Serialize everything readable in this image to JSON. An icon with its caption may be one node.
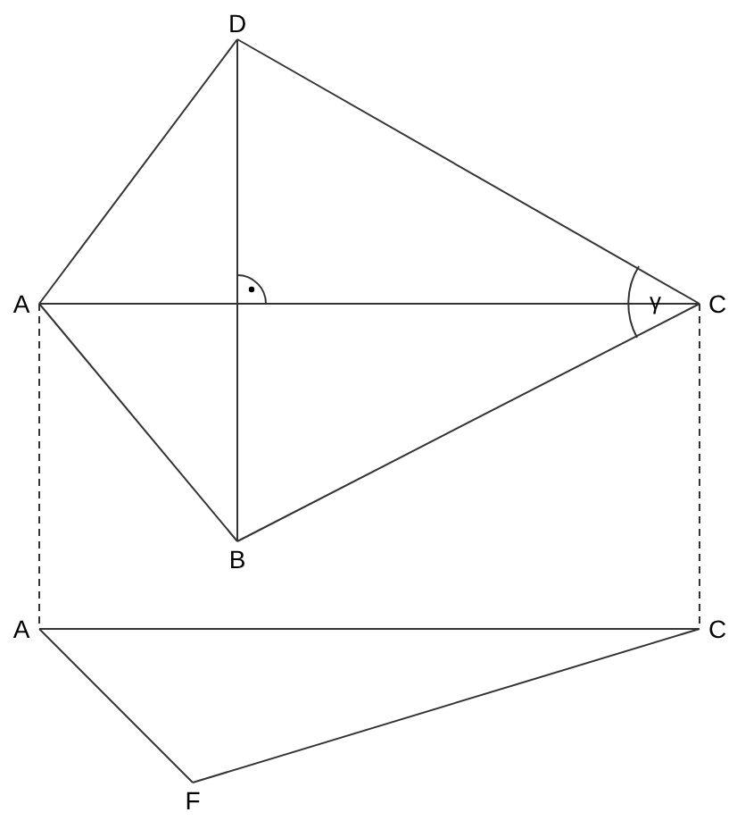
{
  "diagram": {
    "nodes": [
      {
        "text": [
          "D"
        ]
      },
      {
        "text": [
          "A"
        ]
      },
      {
        "text": [
          "C"
        ]
      },
      {
        "text": [
          "B"
        ]
      },
      {
        "text": [
          "A"
        ]
      },
      {
        "text": [
          "C"
        ]
      },
      {
        "text": [
          "F"
        ]
      }
    ],
    "edges": [
      {
        "from": 1,
        "to": 0,
        "arrow": "none"
      },
      {
        "from": 0,
        "to": 2,
        "arrow": "none"
      },
      {
        "from": 1,
        "to": 2,
        "arrow": "none"
      },
      {
        "from": 0,
        "to": 3,
        "arrow": "none"
      },
      {
        "from": 1,
        "to": 3,
        "arrow": "none"
      },
      {
        "from": 3,
        "to": 2,
        "arrow": "none"
      },
      {
        "from": 1,
        "to": 4,
        "arrow": "none",
        "style": "dashed"
      },
      {
        "from": 2,
        "to": 5,
        "arrow": "none",
        "style": "dashed"
      },
      {
        "from": 4,
        "to": 5,
        "arrow": "none"
      },
      {
        "from": 4,
        "to": 6,
        "arrow": "none"
      },
      {
        "from": 6,
        "to": 5,
        "arrow": "none"
      }
    ],
    "labels": [
      "γ"
    ]
  }
}
